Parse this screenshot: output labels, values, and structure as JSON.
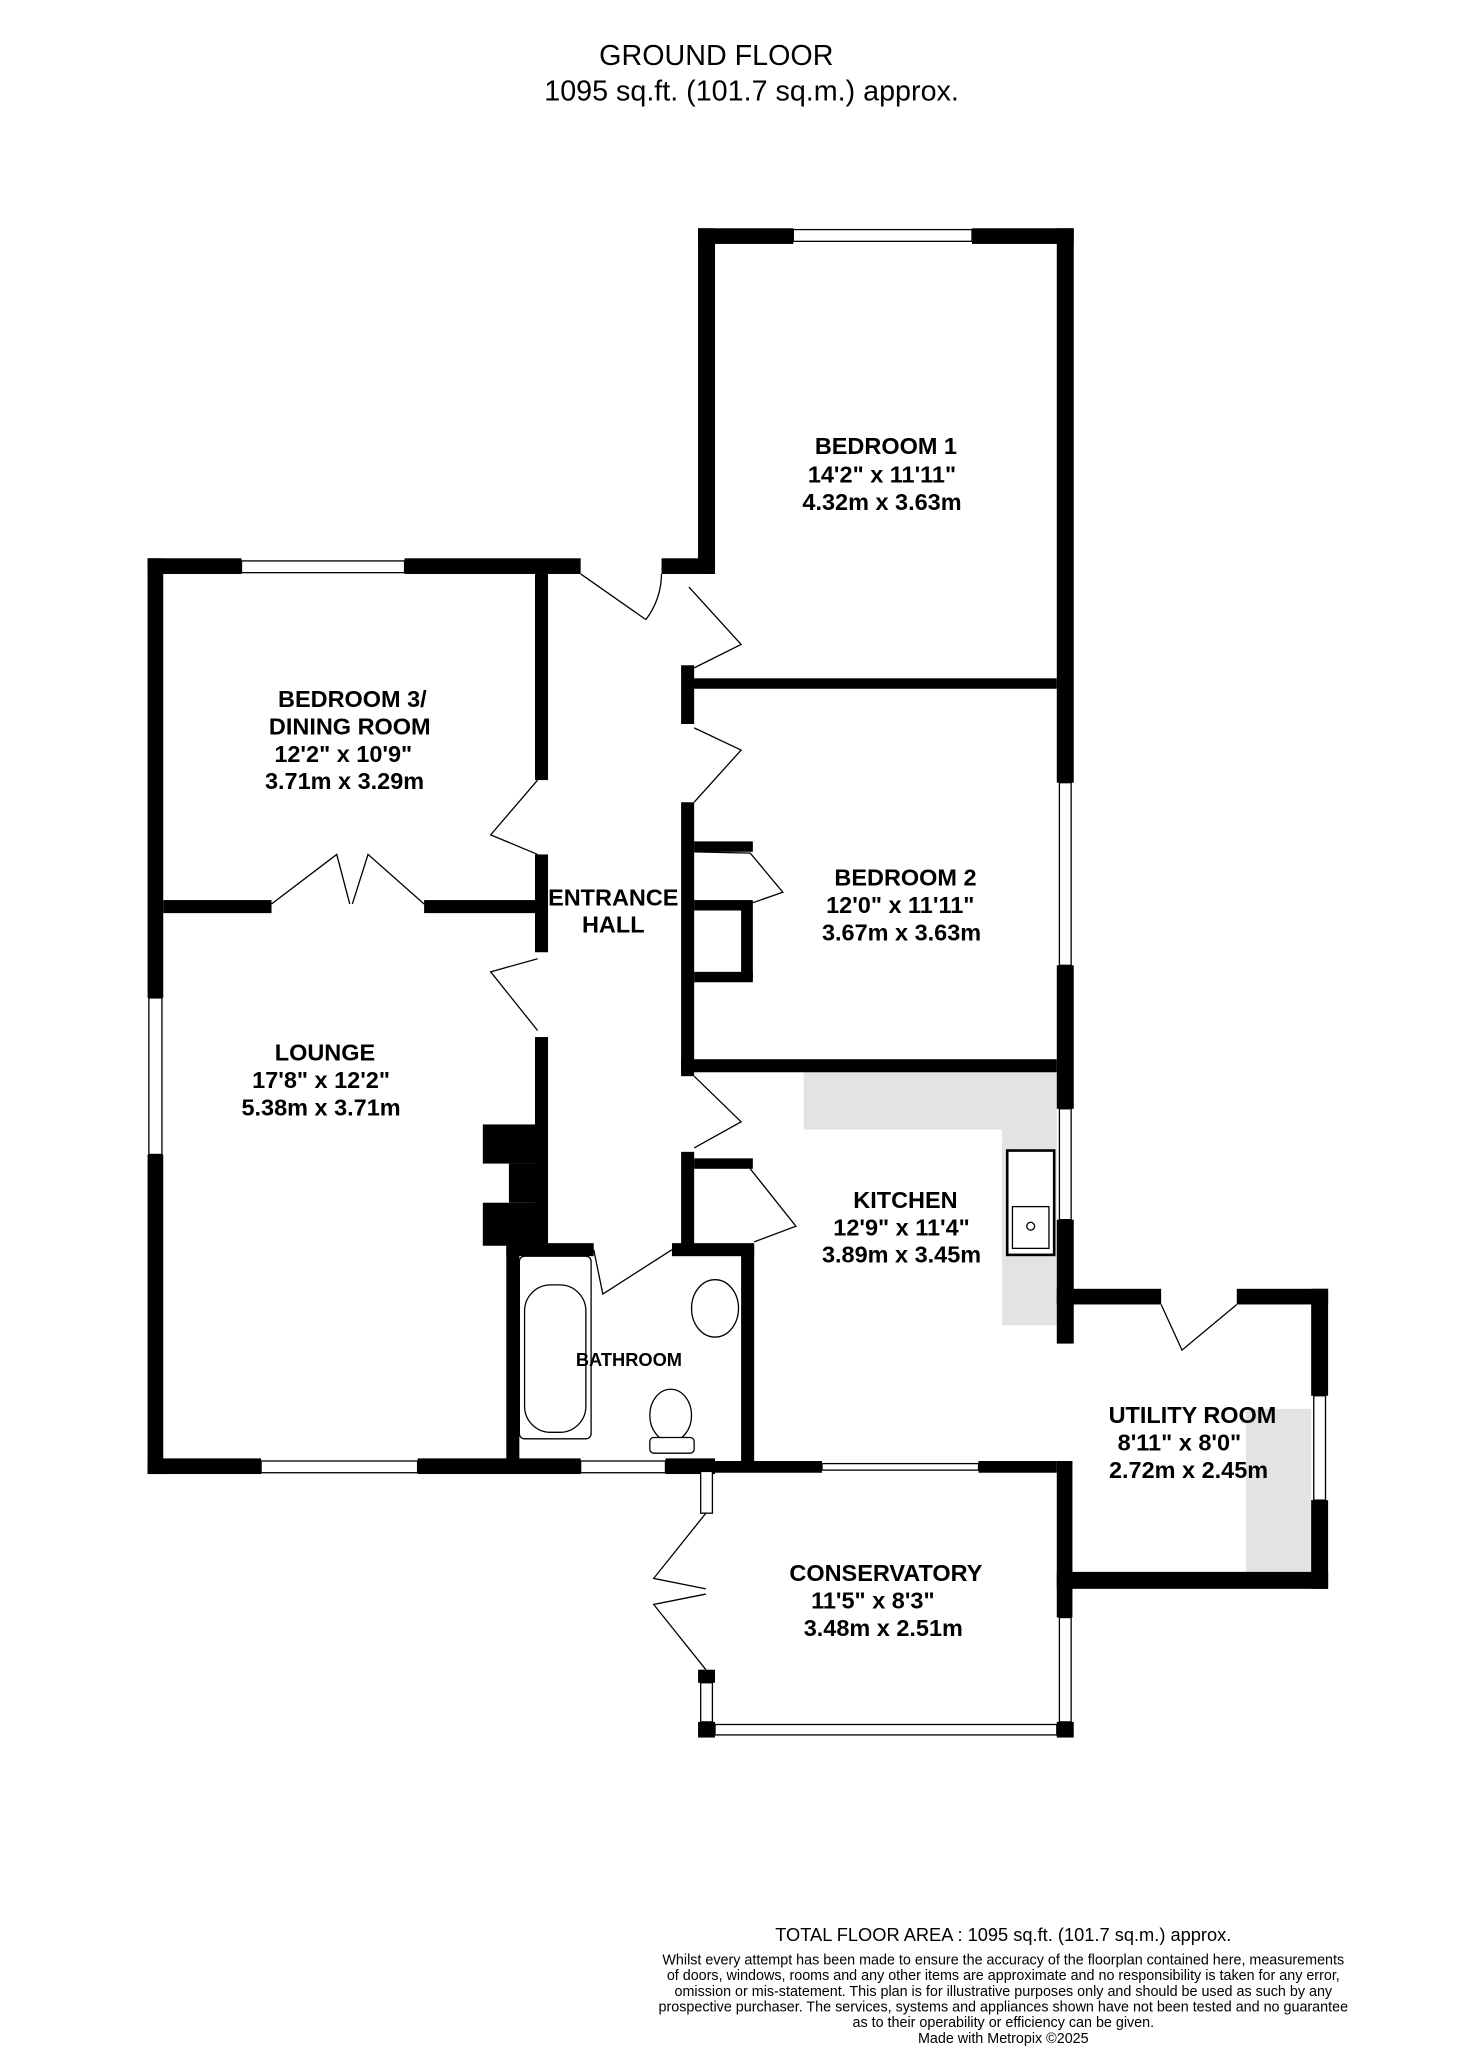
{
  "header": {
    "title": "GROUND FLOOR",
    "area": "1095 sq.ft. (101.7 sq.m.) approx."
  },
  "rooms": [
    {
      "name": "BEDROOM 1",
      "imperial": "14'2\"  x 11'11\"",
      "metric": "4.32m  x 3.63m"
    },
    {
      "name": "BEDROOM 3/",
      "name2": "DINING ROOM",
      "imperial": "12'2\"  x 10'9\"",
      "metric": "3.71m  x 3.29m"
    },
    {
      "name": "ENTRANCE",
      "name2": "HALL"
    },
    {
      "name": "BEDROOM 2",
      "imperial": "12'0\"  x 11'11\"",
      "metric": "3.67m  x 3.63m"
    },
    {
      "name": "LOUNGE",
      "imperial": "17'8\"  x 12'2\"",
      "metric": "5.38m  x 3.71m"
    },
    {
      "name": "KITCHEN",
      "imperial": "12'9\"  x 11'4\"",
      "metric": "3.89m  x 3.45m"
    },
    {
      "name": "BATHROOM"
    },
    {
      "name": "UTILITY ROOM",
      "imperial": "8'11\"  x 8'0\"",
      "metric": "2.72m  x 2.45m"
    },
    {
      "name": "CONSERVATORY",
      "imperial": "11'5\"  x 8'3\"",
      "metric": "3.48m  x 2.51m"
    }
  ],
  "footer": {
    "total": "TOTAL FLOOR AREA : 1095 sq.ft. (101.7 sq.m.) approx.",
    "lines": [
      "Whilst every attempt has been made to ensure the accuracy of the floorplan contained here, measurements",
      "of doors, windows, rooms and any other items are approximate and no responsibility is taken for any error,",
      "omission or mis-statement. This plan is for illustrative purposes only and should be used as such by any",
      "prospective purchaser. The services, systems and appliances shown have not been tested and no guarantee",
      "as to their operability or efficiency can be given."
    ],
    "credit": "Made with Metropix ©2025"
  }
}
